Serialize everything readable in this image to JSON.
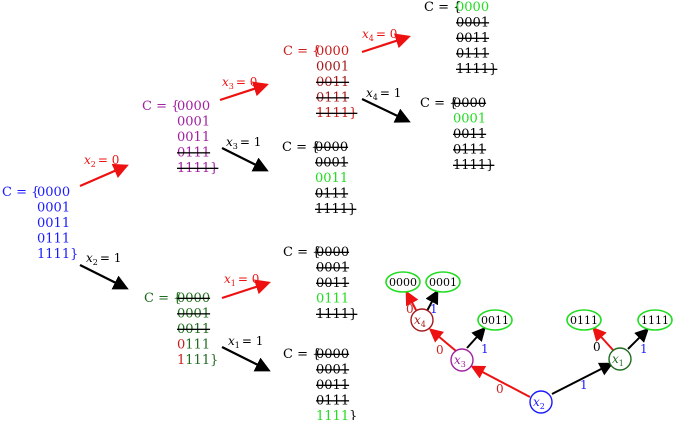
{
  "colors": {
    "root": "#1a1aff",
    "level1_upper": "#a020a0",
    "level1_lower": "#1f6b1f",
    "level2_red": "#cc1a1a",
    "level2_dark": "#a51a1a",
    "branch_red": "#ee1111",
    "branch_black": "#000000",
    "green_word": "#22dd22",
    "label_blue": "#1a1aff",
    "label_red": "#cc2222"
  },
  "sets": {
    "root": {
      "prefix": "C = {",
      "words": [
        {
          "text": "0000",
          "struck": false
        },
        {
          "text": "0001",
          "struck": false
        },
        {
          "text": "0011",
          "struck": false
        },
        {
          "text": "0111",
          "struck": false
        },
        {
          "text": "1111}",
          "struck": false
        }
      ]
    },
    "x2_0": {
      "prefix": "C = {",
      "words": [
        {
          "text": "0000",
          "struck": false
        },
        {
          "text": "0001",
          "struck": false
        },
        {
          "text": "0011",
          "struck": false
        },
        {
          "text": "0111",
          "struck": true
        },
        {
          "text": "1111}",
          "struck": true
        }
      ]
    },
    "x2_1": {
      "prefix": "C = {",
      "words": [
        {
          "text": "0000",
          "struck": true
        },
        {
          "text": "0001",
          "struck": true
        },
        {
          "text": "0011",
          "struck": true
        },
        {
          "text": "0111",
          "struck": false
        },
        {
          "text": "1111}",
          "struck": false
        }
      ]
    },
    "x3_0": {
      "prefix": "C = {",
      "words": [
        {
          "text": "0000",
          "struck": false
        },
        {
          "text": "0001",
          "struck": false
        },
        {
          "text": "0011",
          "struck": true
        },
        {
          "text": "0111",
          "struck": true
        },
        {
          "text": "1111}",
          "struck": true
        }
      ]
    },
    "x3_1": {
      "prefix": "C = {",
      "words": [
        {
          "text": "0000",
          "struck": true
        },
        {
          "text": "0001",
          "struck": true
        },
        {
          "text": "0011",
          "struck": false
        },
        {
          "text": "0111",
          "struck": true
        },
        {
          "text": "1111}",
          "struck": true
        }
      ]
    },
    "x1_0": {
      "prefix": "C = {",
      "words": [
        {
          "text": "0000",
          "struck": true
        },
        {
          "text": "0001",
          "struck": true
        },
        {
          "text": "0011",
          "struck": true
        },
        {
          "text": "0111",
          "struck": false
        },
        {
          "text": "1111}",
          "struck": true
        }
      ]
    },
    "x1_1": {
      "prefix": "C = {",
      "words": [
        {
          "text": "0000",
          "struck": true
        },
        {
          "text": "0001",
          "struck": true
        },
        {
          "text": "0011",
          "struck": true
        },
        {
          "text": "0111",
          "struck": true
        },
        {
          "text": "1111}",
          "struck": false
        }
      ]
    },
    "x4_0": {
      "prefix": "C = {",
      "words": [
        {
          "text": "0000",
          "struck": false
        },
        {
          "text": "0001",
          "struck": true
        },
        {
          "text": "0011",
          "struck": true
        },
        {
          "text": "0111",
          "struck": true
        },
        {
          "text": "1111}",
          "struck": true
        }
      ]
    },
    "x4_1": {
      "prefix": "C = {",
      "words": [
        {
          "text": "0000",
          "struck": true
        },
        {
          "text": "0001",
          "struck": false
        },
        {
          "text": "0011",
          "struck": true
        },
        {
          "text": "0111",
          "struck": true
        },
        {
          "text": "1111}",
          "struck": true
        }
      ]
    }
  },
  "branches": {
    "x2_0": {
      "var": "x",
      "sub": "2",
      "val": "= 0"
    },
    "x2_1": {
      "var": "x",
      "sub": "2",
      "val": "= 1"
    },
    "x3_0": {
      "var": "x",
      "sub": "3",
      "val": "= 0"
    },
    "x3_1": {
      "var": "x",
      "sub": "3",
      "val": "= 1"
    },
    "x1_0": {
      "var": "x",
      "sub": "1",
      "val": "= 0"
    },
    "x1_1": {
      "var": "x",
      "sub": "1",
      "val": "= 1"
    },
    "x4_0": {
      "var": "x",
      "sub": "4",
      "val": "= 0"
    },
    "x4_1": {
      "var": "x",
      "sub": "4",
      "val": "= 1"
    }
  },
  "tree": {
    "nodes": {
      "x2": {
        "var": "x",
        "sub": "2"
      },
      "x3": {
        "var": "x",
        "sub": "3"
      },
      "x4": {
        "var": "x",
        "sub": "4"
      },
      "x1": {
        "var": "x",
        "sub": "1"
      }
    },
    "leaves": {
      "leaf_0000": "0000",
      "leaf_0001": "0001",
      "leaf_0011": "0011",
      "leaf_0111": "0111",
      "leaf_1111": "1111"
    },
    "edge_labels": {
      "x2_x3": "0",
      "x2_x1": "1",
      "x3_x4": "0",
      "x3_0011": "1",
      "x4_0000": "0",
      "x4_0001": "1",
      "x1_0111": "0",
      "x1_1111": "1"
    }
  }
}
